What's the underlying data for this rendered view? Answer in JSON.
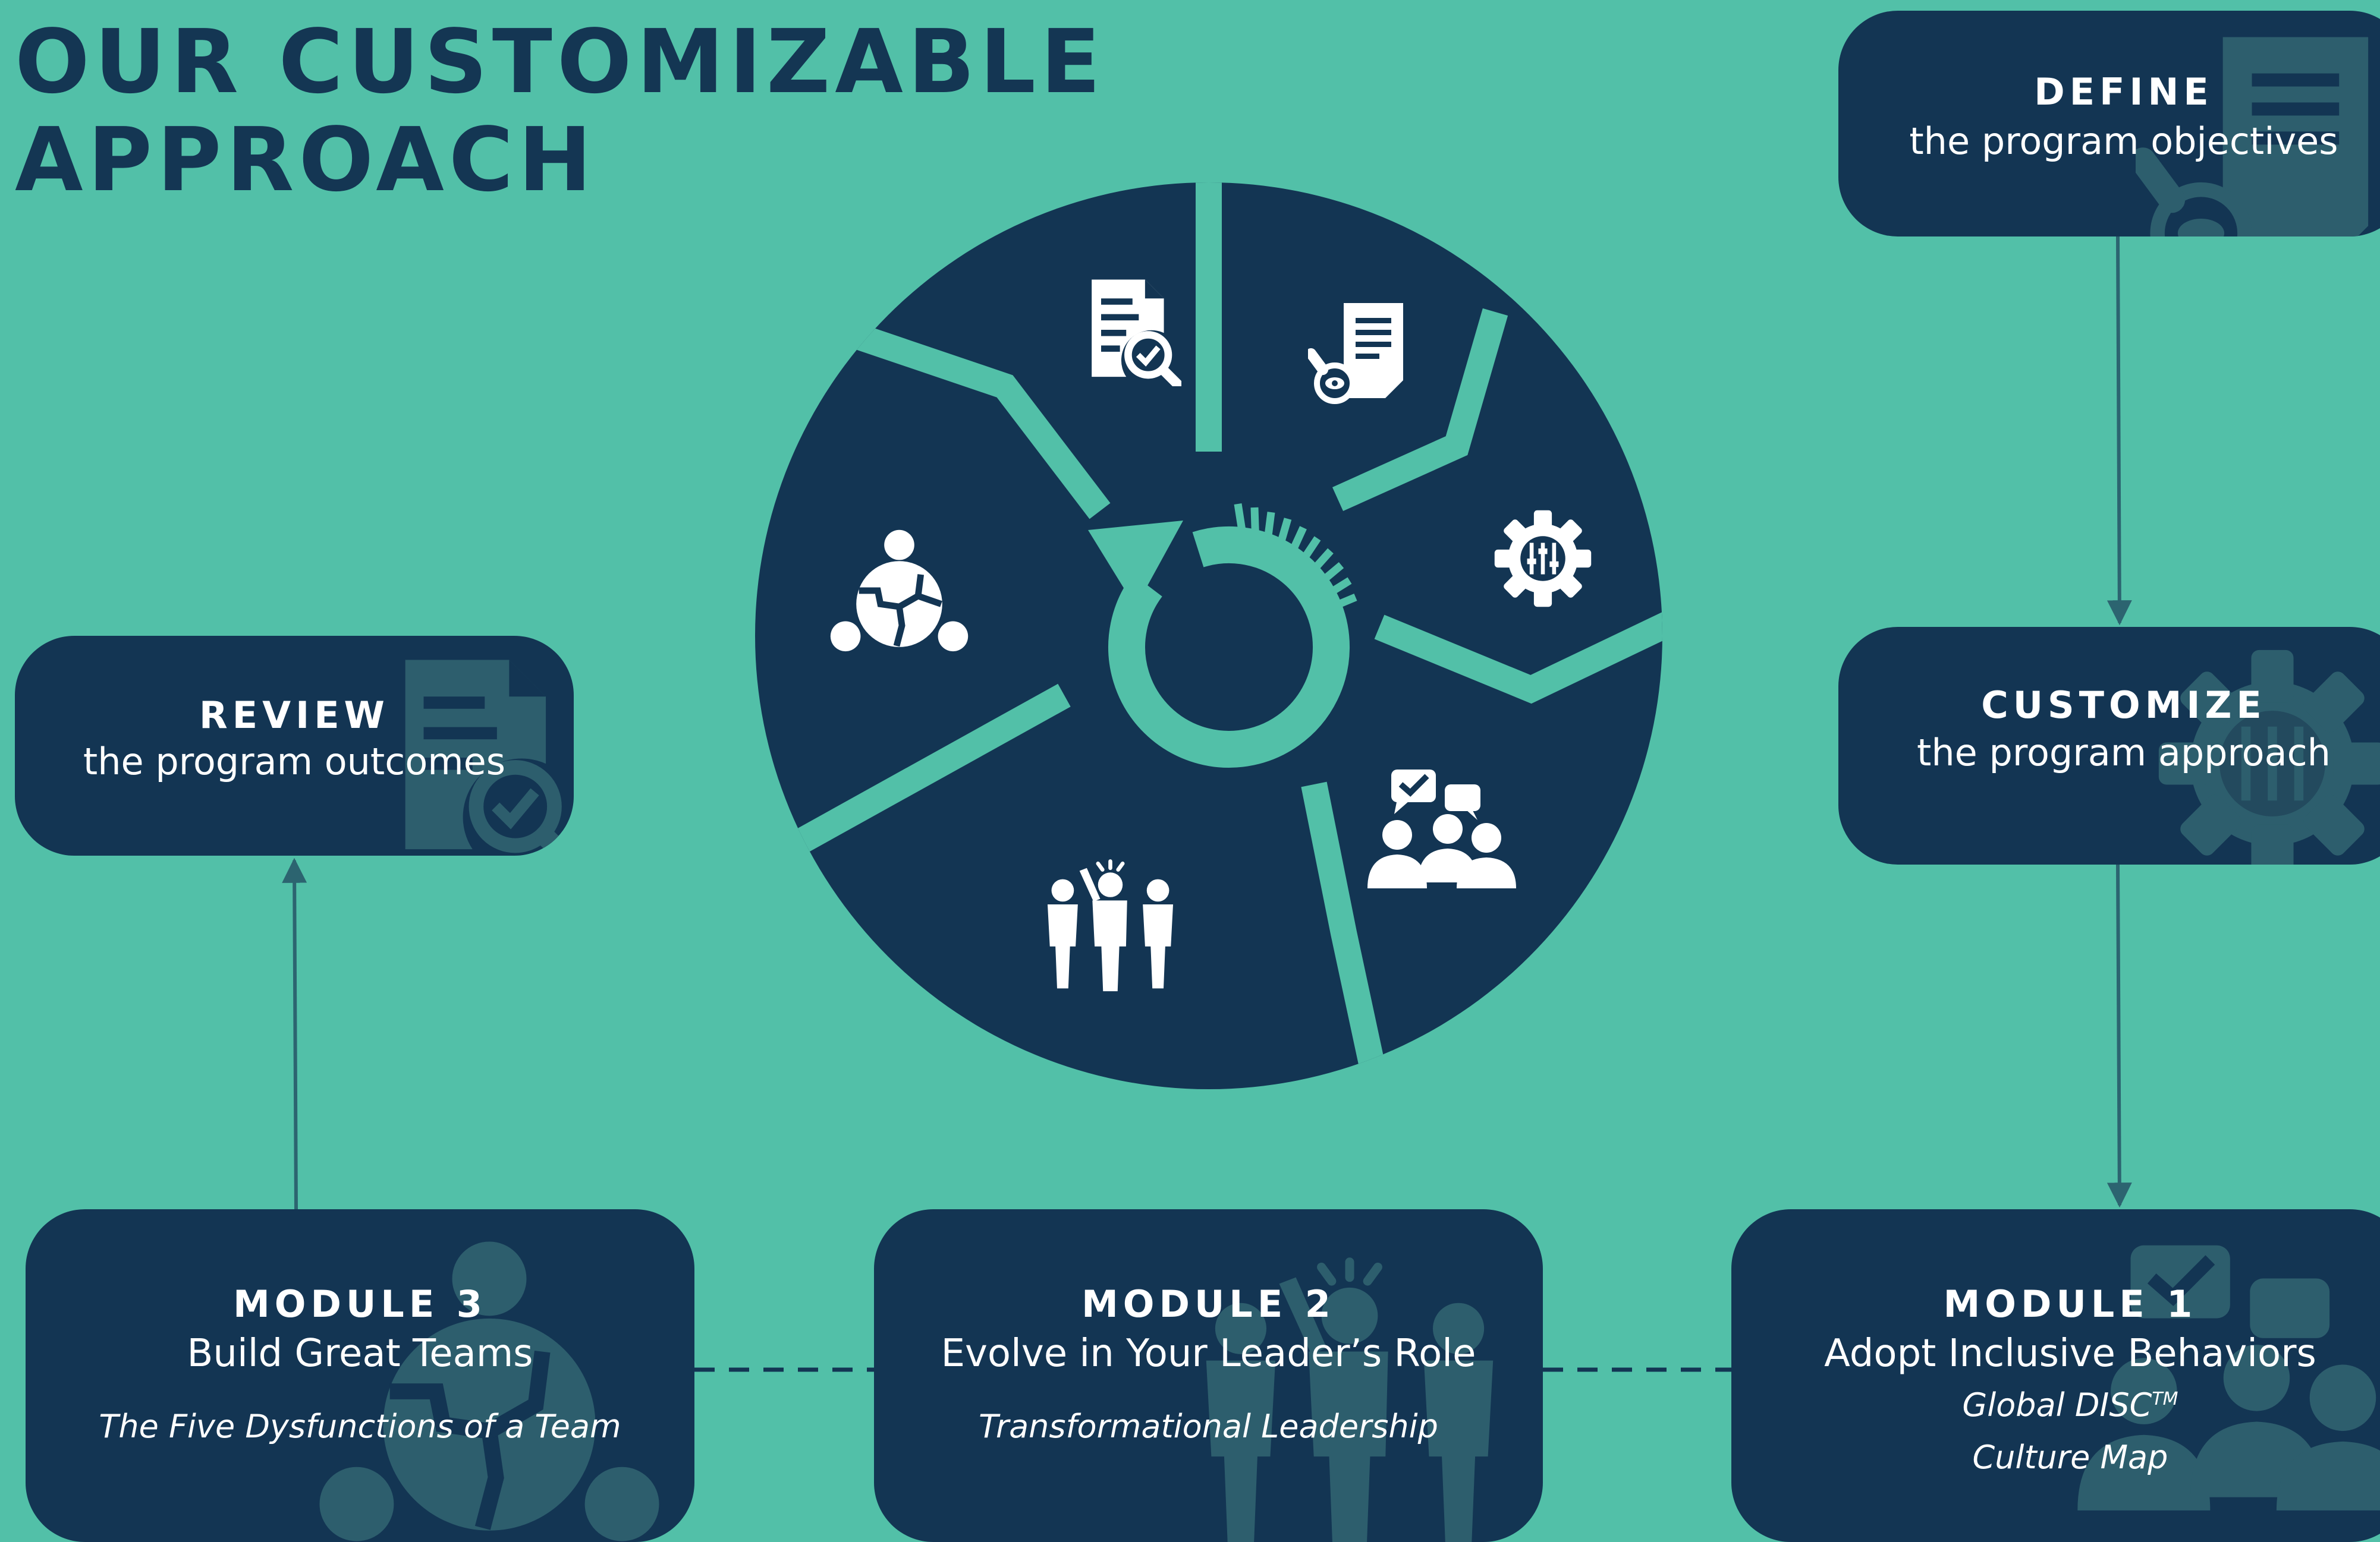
{
  "title": {
    "line1": "OUR CUSTOMIZABLE",
    "line2": "APPROACH"
  },
  "steps": {
    "define": {
      "heading": "DEFINE",
      "text": "the program objectives"
    },
    "customize": {
      "heading": "CUSTOMIZE",
      "text": "the program approach"
    },
    "review": {
      "heading": "REVIEW",
      "text": "the program outcomes"
    },
    "module3": {
      "heading": "MODULE 3",
      "title": "Build Great Teams",
      "items": [
        "The Five Dysfunctions of a Team"
      ]
    },
    "module2": {
      "heading": "MODULE 2",
      "title": "Evolve in Your Leader’s Role",
      "items": [
        "Transformational Leadership"
      ]
    },
    "module1": {
      "heading": "MODULE 1",
      "title": "Adopt Inclusive Behaviors",
      "items": [
        "Global DISC",
        "Culture Map"
      ],
      "trademark": "TM"
    }
  },
  "wheel": {
    "segment_icons": [
      "document-search-icon",
      "document-eye-icon",
      "gear-sliders-icon",
      "discussion-group-icon",
      "team-idea-icon",
      "collaboration-puzzle-icon"
    ]
  },
  "colors": {
    "background": "#52c0a8",
    "navy": "#133553",
    "icon": "#ffffff",
    "watermark": "#2d5e6d"
  }
}
